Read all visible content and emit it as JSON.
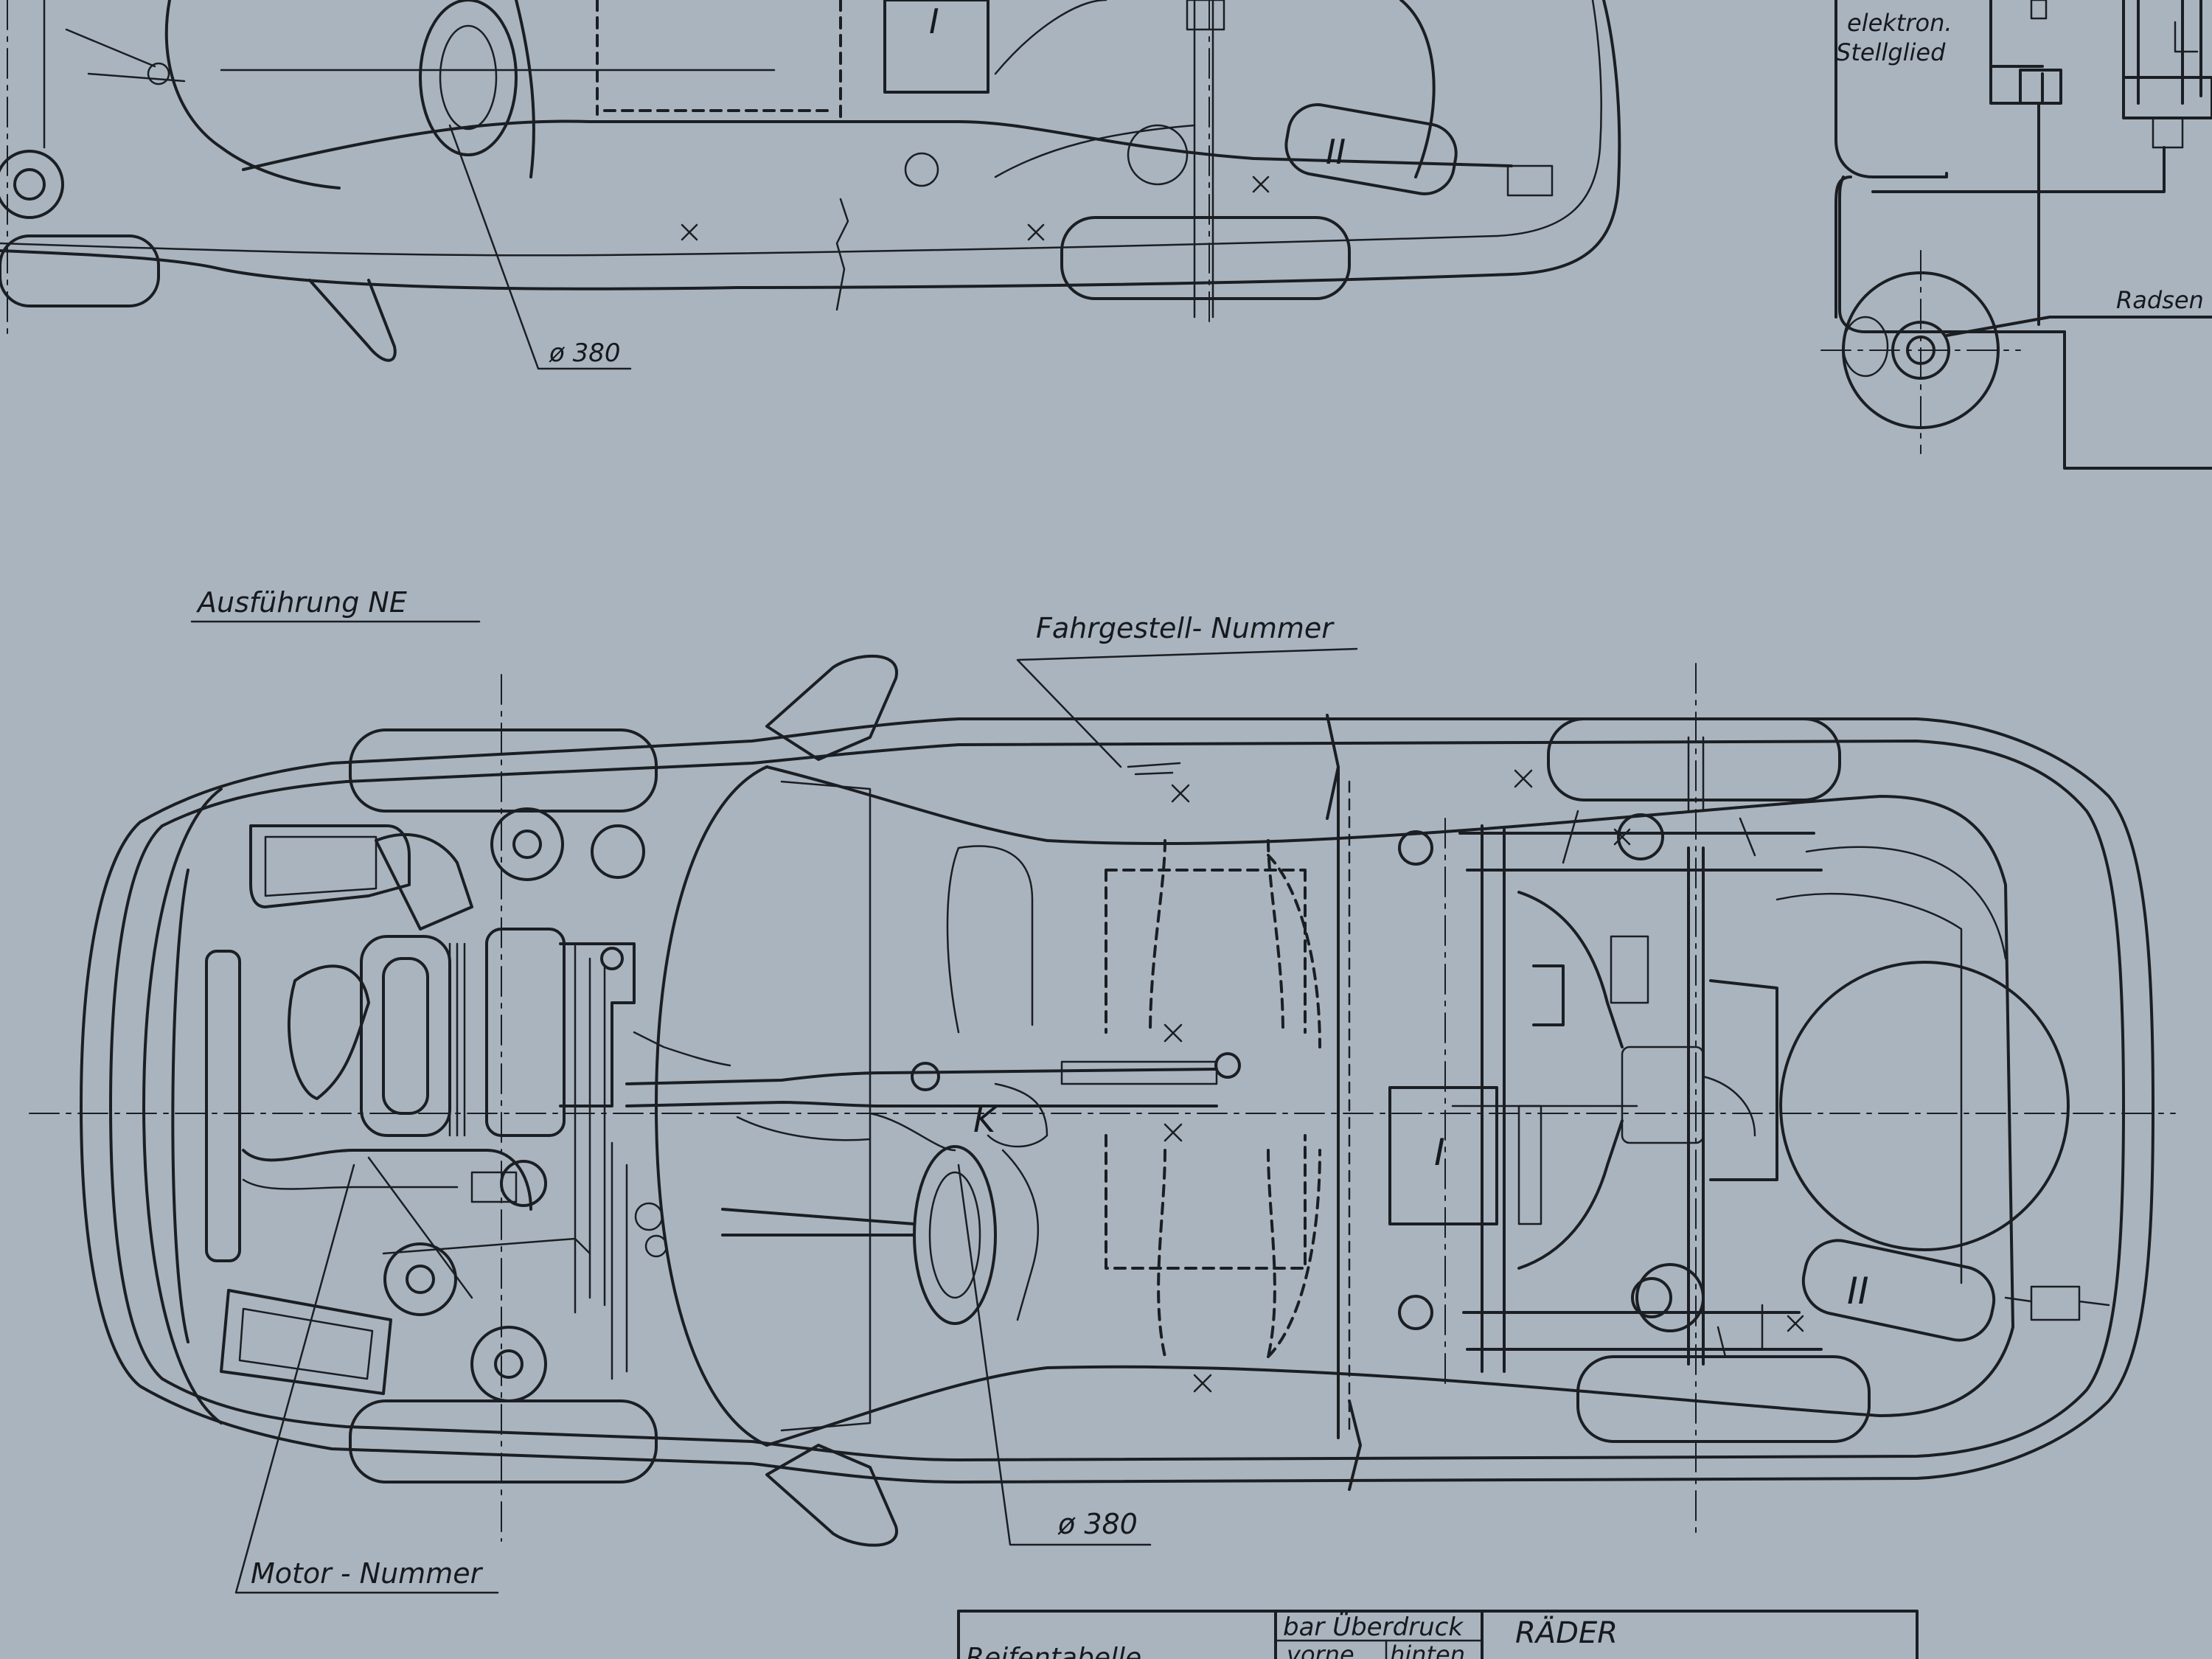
{
  "labels": {
    "variant": "Ausführung  NE",
    "chassis_number": "Fahrgestell- Nummer",
    "engine_number": "Motor - Nummer",
    "wheel_diameter_top": "ø 380",
    "wheel_diameter_bottom": "ø 380",
    "component_I_top": "I",
    "component_II_top": "II",
    "component_I": "I",
    "component_II": "II",
    "component_K": "K",
    "inset_actuator_line1": "elektron.",
    "inset_actuator_line2": "Stellglied",
    "inset_wheel_sensor": "Radsen"
  },
  "table": {
    "col_pressure_line1": "bar Überdruck",
    "col_pressure_front": "vorne",
    "col_pressure_rear": "hinten",
    "col_wheels": "RÄDER",
    "col_tire_table": "Reifentabelle"
  },
  "colors": {
    "paper": "#a9b4bf",
    "ink": "#1b1e22"
  }
}
